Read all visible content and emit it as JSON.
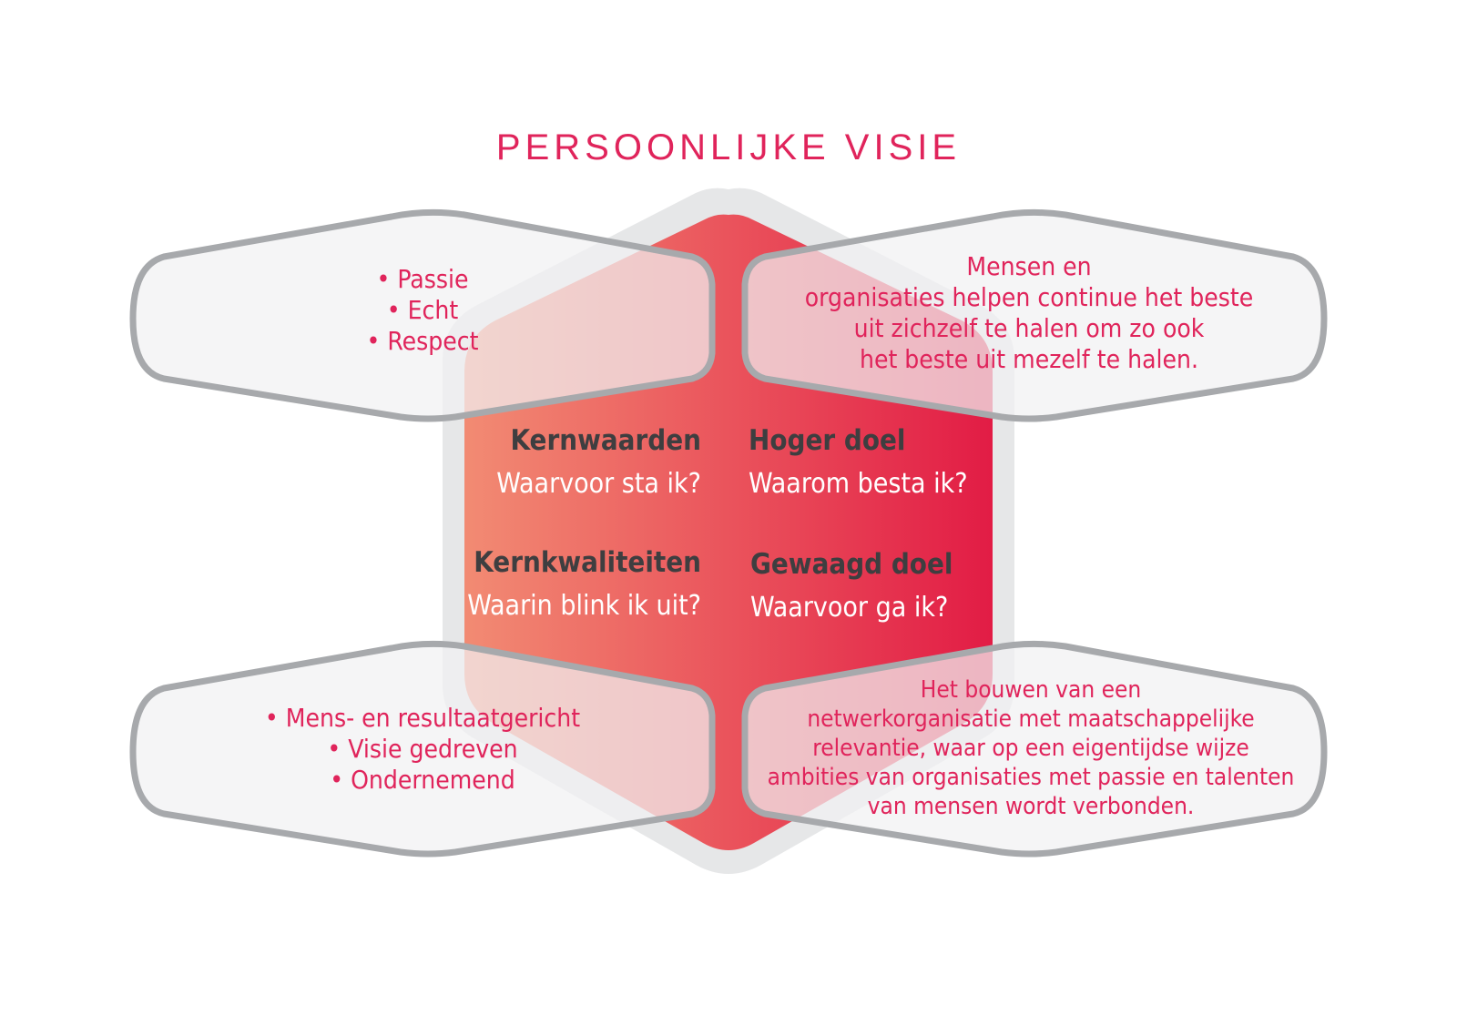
{
  "title": "PERSOONLIJKE VISIE",
  "quadrants": {
    "kernwaarden": {
      "heading": "Kernwaarden",
      "question": "Waarvoor sta ik?",
      "items": [
        "Passie",
        "Echt",
        "Respect"
      ]
    },
    "hoger_doel": {
      "heading": "Hoger doel",
      "question": "Waarom besta ik?",
      "lines": [
        "Mensen en",
        "organisaties helpen continue het beste",
        "uit zichzelf te halen om zo ook",
        "het beste uit mezelf te halen."
      ]
    },
    "kernkwaliteiten": {
      "heading": "Kernkwaliteiten",
      "question": "Waarin blink ik uit?",
      "items": [
        "Mens- en resultaatgericht",
        "Visie gedreven",
        "Ondernemend"
      ]
    },
    "gewaagd_doel": {
      "heading": "Gewaagd doel",
      "question": "Waarvoor ga ik?",
      "lines": [
        "Het bouwen van een",
        "netwerkorganisatie met maatschappelijke",
        "relevantie, waar op een eigentijdse wijze",
        "ambities van organisaties met passie en talenten",
        "van mensen wordt verbonden."
      ]
    }
  },
  "colors": {
    "title": "#e0245b",
    "panel_text": "#e0245b",
    "heading": "#3e3e40",
    "question": "#ffffff",
    "hex_gradient_start": "#f28b73",
    "hex_gradient_end": "#e21c45",
    "hex_halo": "#e6e7e8",
    "panel_fill": "#f1f1f2",
    "panel_border": "#a7a9ac"
  }
}
